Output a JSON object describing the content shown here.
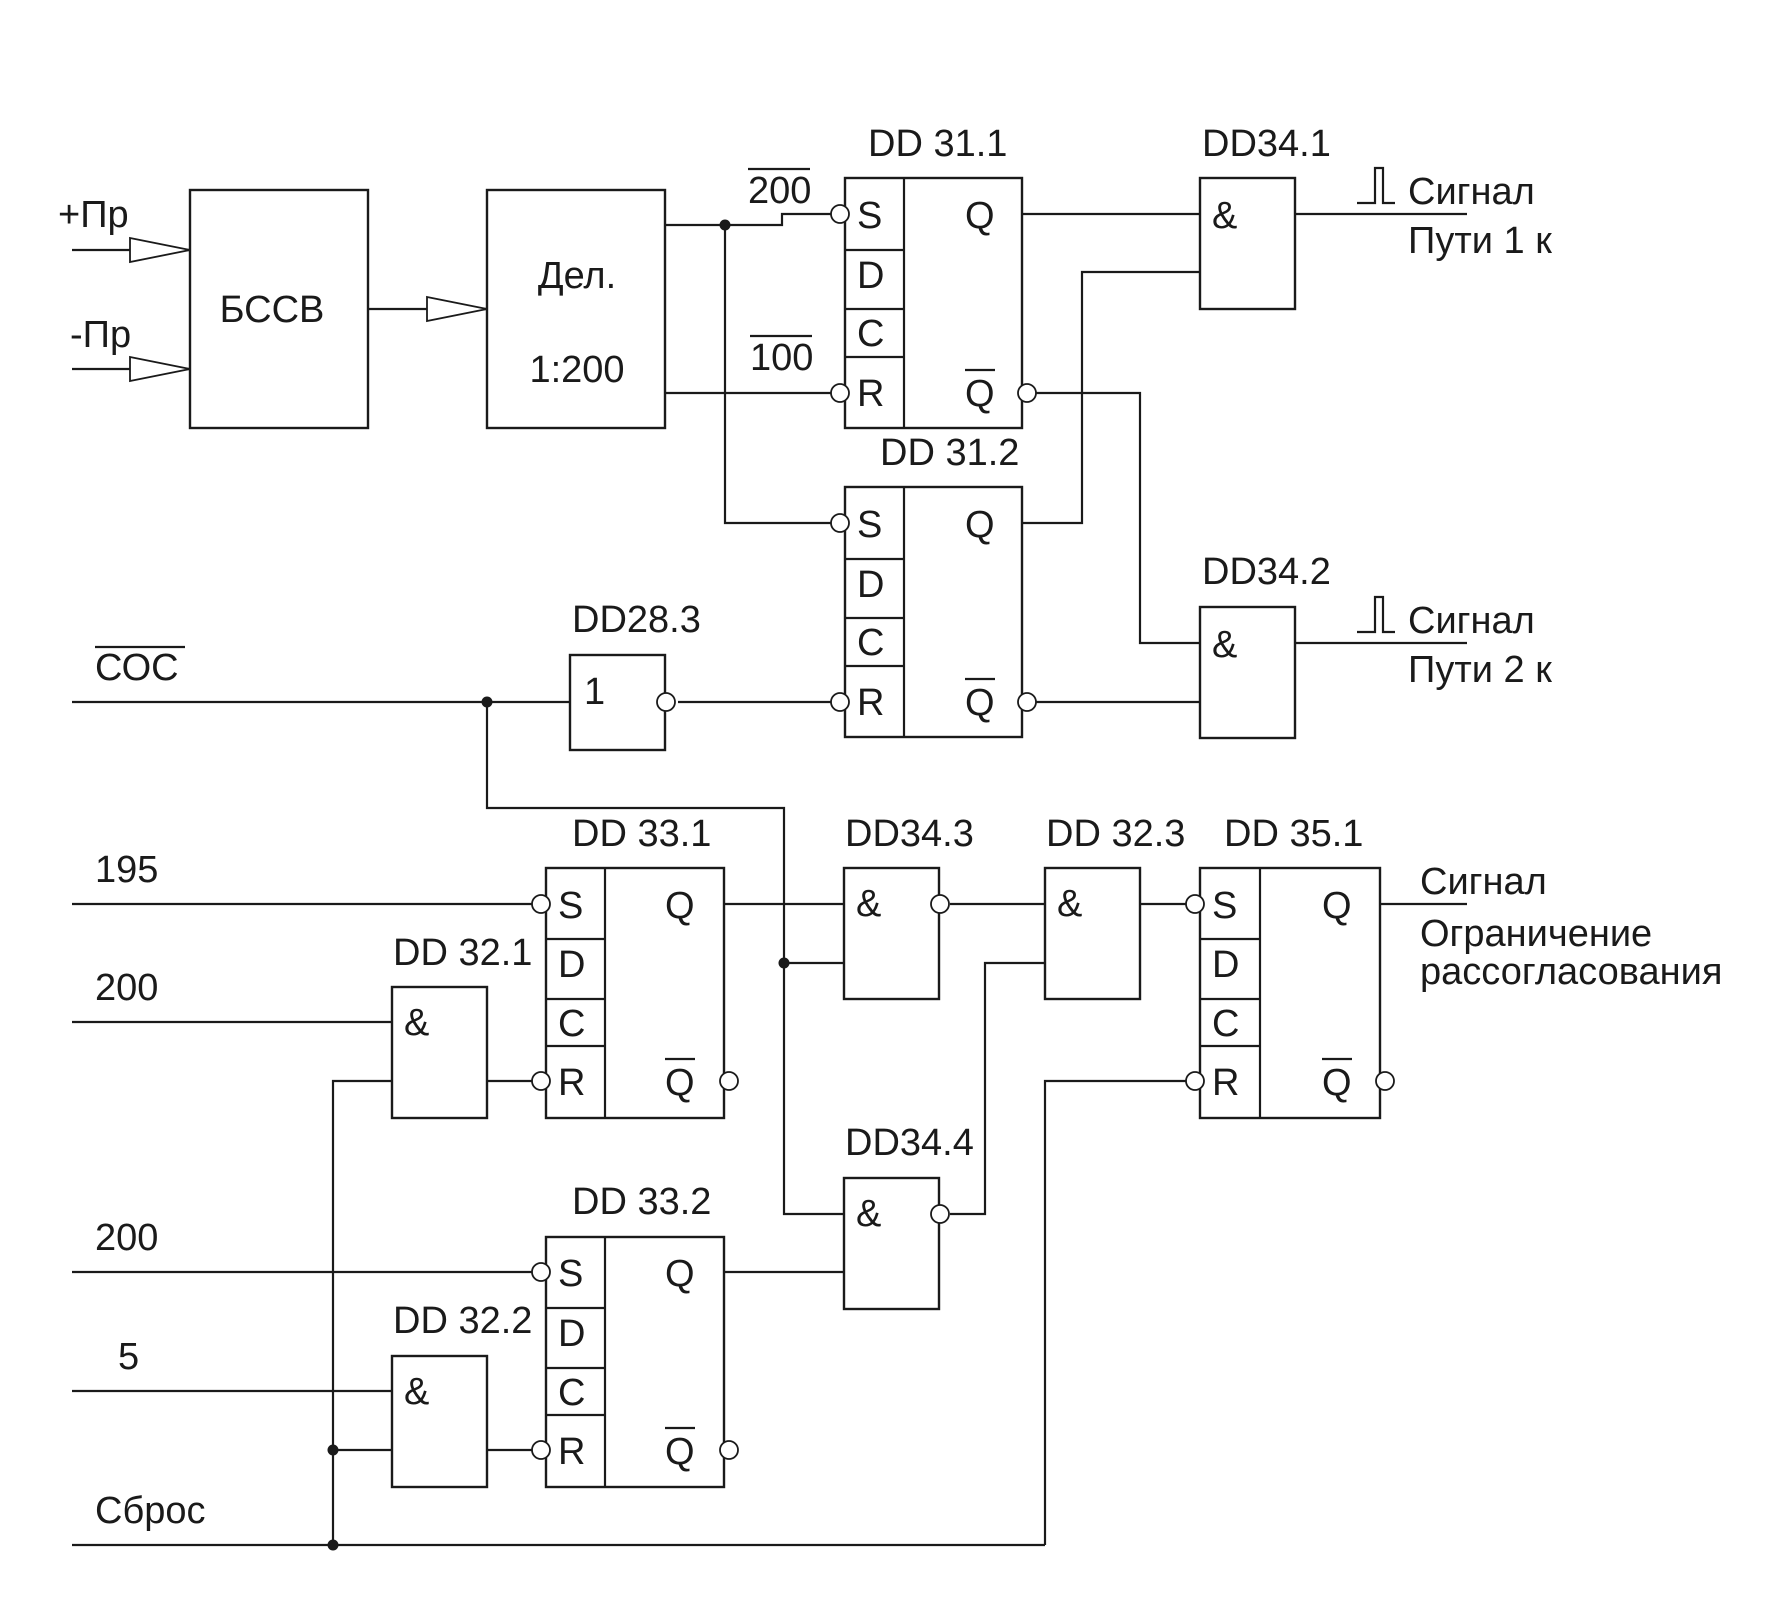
{
  "blocks": {
    "bssv": "БССВ",
    "div_line1": "Дел.",
    "div_line2": "1:200"
  },
  "inputs": {
    "plus_pr": "+Пр",
    "minus_pr": "-Пр",
    "div_out_200": "200",
    "div_out_100": "100",
    "coc": "СОС",
    "in_195": "195",
    "in_200_a": "200",
    "in_200_b": "200",
    "in_5": "5",
    "reset": "Сброс"
  },
  "chips": {
    "dd31_1": "DD 31.1",
    "dd31_2": "DD 31.2",
    "dd34_1": "DD34.1",
    "dd34_2": "DD34.2",
    "dd28_3": "DD28.3",
    "dd33_1": "DD 33.1",
    "dd33_2": "DD 33.2",
    "dd34_3": "DD34.3",
    "dd34_4": "DD34.4",
    "dd32_1": "DD 32.1",
    "dd32_2": "DD 32.2",
    "dd32_3": "DD 32.3",
    "dd35_1": "DD 35.1"
  },
  "pins": {
    "s": "S",
    "d": "D",
    "c": "C",
    "r": "R",
    "q": "Q",
    "and": "&",
    "or": "1"
  },
  "outputs": {
    "sig1_line1": "Сигнал",
    "sig1_line2": "Пути 1 к",
    "sig2_line1": "Сигнал",
    "sig2_line2": "Пути 2 к",
    "sig3_line1": "Сигнал",
    "sig3_line2": "Ограничение",
    "sig3_line3": "рассогласования"
  }
}
